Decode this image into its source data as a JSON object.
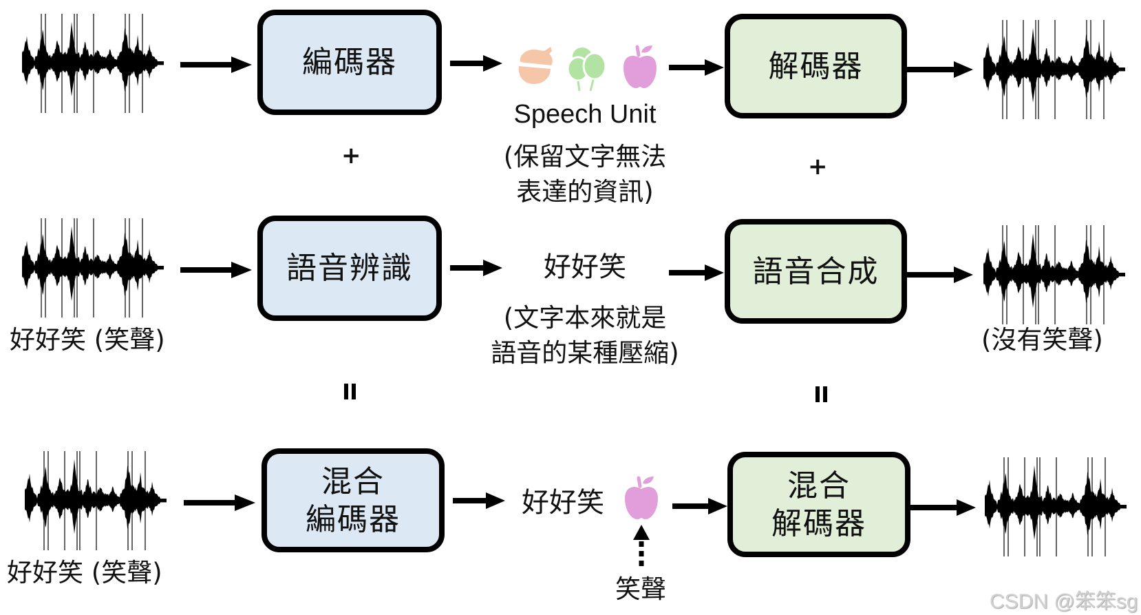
{
  "rows": [
    {
      "encoder_label": "編碼器",
      "middle_title": "Speech Unit",
      "middle_note_line1": "(保留文字無法",
      "middle_note_line2": "表達的資訊)",
      "decoder_label": "解碼器",
      "unit_icons": [
        "acorn-icon",
        "balloons-icon",
        "apple-icon"
      ]
    },
    {
      "input_caption": "好好笑 (笑聲)",
      "encoder_label": "語音辨識",
      "middle_title": "好好笑",
      "middle_note_line1": "(文字本來就是",
      "middle_note_line2": "語音的某種壓縮)",
      "decoder_label": "語音合成",
      "output_caption": "(沒有笑聲)"
    },
    {
      "input_caption": "好好笑 (笑聲)",
      "encoder_label_line1": "混合",
      "encoder_label_line2": "編碼器",
      "middle_title": "好好笑",
      "side_input_label": "笑聲",
      "decoder_label_line1": "混合",
      "decoder_label_line2": "解碼器",
      "unit_icons": [
        "apple-icon"
      ]
    }
  ],
  "operators": {
    "plus": "+",
    "equals": "="
  },
  "colors": {
    "encoder_fill": "#dde8f5",
    "decoder_fill": "#e1efd9",
    "acorn": "#f5c6a8",
    "balloons": "#b3e3a2",
    "apple": "#e29edb"
  },
  "watermark": "CSDN @笨笨sg"
}
